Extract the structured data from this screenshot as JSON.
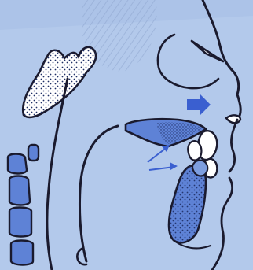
{
  "diagram": {
    "structures": [
      {
        "id": "skull-base",
        "icon": "dotted-bone-fill"
      },
      {
        "id": "cervical-vertebrae",
        "icon": "blue-rounded-block"
      },
      {
        "id": "hard-palate",
        "icon": "blue-dotted-shelf"
      },
      {
        "id": "tongue",
        "icon": "blue-dotted-lobe"
      },
      {
        "id": "upper-teeth",
        "icon": "white-tooth"
      },
      {
        "id": "lower-teeth",
        "icon": "white-tooth"
      },
      {
        "id": "nasal-ala",
        "icon": "white-wedge"
      },
      {
        "id": "pharynx",
        "icon": "outline-curve"
      }
    ],
    "arrows": [
      {
        "id": "airflow-arrow",
        "icon": "solid-right-arrow"
      },
      {
        "id": "flow-arrow-upper",
        "icon": "thin-arrow"
      },
      {
        "id": "flow-arrow-lower",
        "icon": "thin-arrow"
      }
    ],
    "colors": {
      "background": "#b3c9eb",
      "ink": "#1a1a2e",
      "structure_fill": "#5e82d6",
      "structure_fill_light": "#7d9ee0",
      "stipple": "#1f2f66",
      "white": "#ffffff",
      "arrow": "#3a5fd0"
    }
  }
}
